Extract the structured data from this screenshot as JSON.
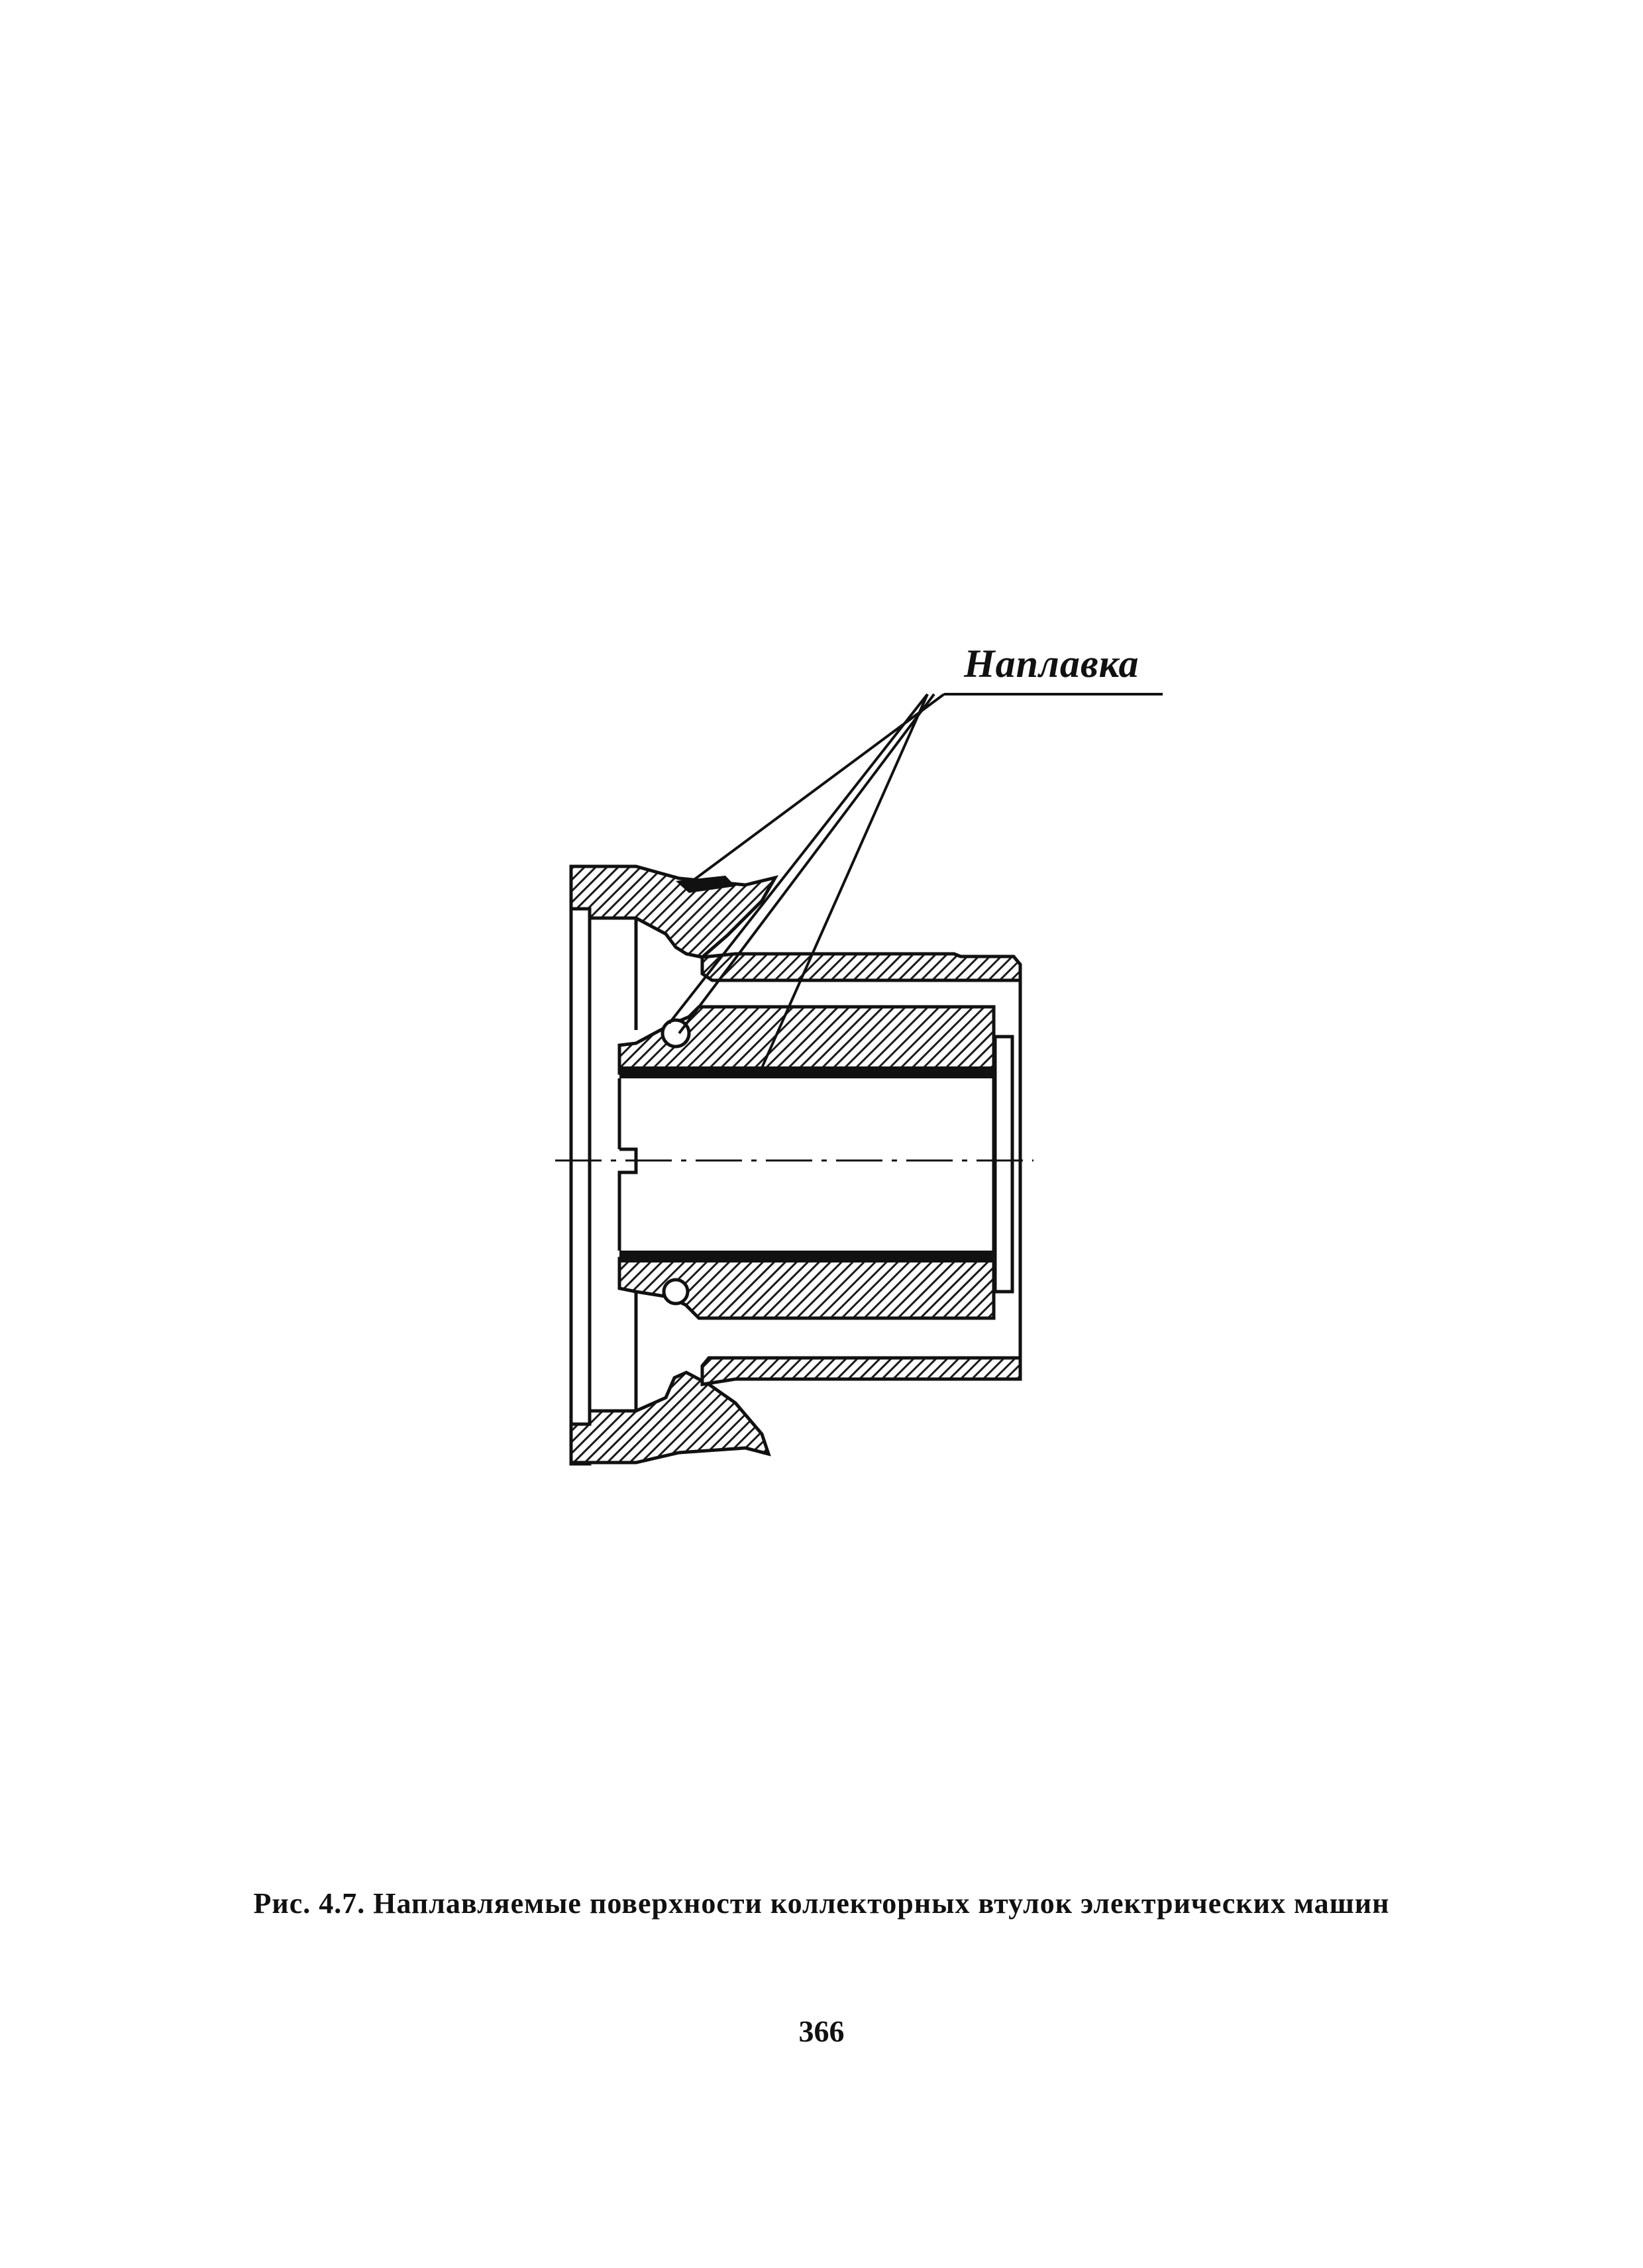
{
  "figure": {
    "callout_label": "Наплавка"
  },
  "caption": "Рис. 4.7. Наплавляемые поверхности коллекторных втулок электрических машин",
  "page_number": "366"
}
